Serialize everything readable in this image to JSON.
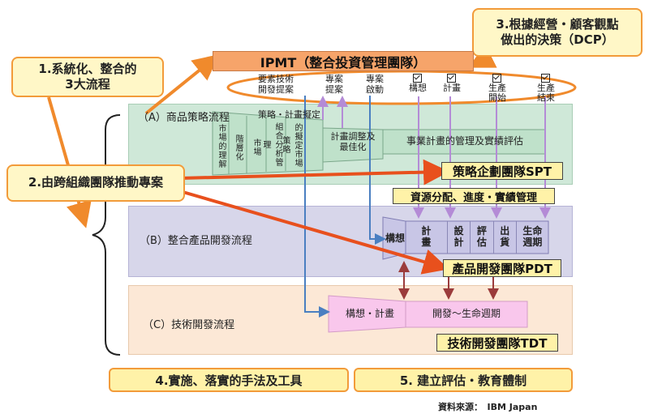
{
  "title": "IPMT（整合投資管理團隊）",
  "callouts": {
    "c1": "1.系統化、整合的\n3大流程",
    "c2": "2.由跨組織團隊推動專案",
    "c3": "3.根據經營・顧客觀點\n做出的決策（DCP）"
  },
  "phases": {
    "p1": "要素技術\n開發提案",
    "p2": "專案\n提案",
    "p3": "專案\n啟動",
    "p4": "構想",
    "p5": "計畫",
    "p6": "生產\n開始",
    "p7": "生產\n結束"
  },
  "region_a": {
    "label": "（A）商品策略流程",
    "sublabel": "策略・計畫擬定",
    "steps": [
      "市場的理解",
      "階層化",
      "市場",
      "組合分析管理",
      "的擬定市場策略"
    ],
    "plan": "計畫調整及\n最佳化",
    "mgmt": "事業計畫的管理及實績評估",
    "team": "策略企劃團隊SPT"
  },
  "resource": "資源分配、進度・實績管理",
  "region_b": {
    "label": "（B）整合產品開發流程",
    "steps": [
      "構想",
      "計\n畫",
      "設\n計",
      "評\n估",
      "出\n貨",
      "生命\n週期"
    ],
    "team": "產品開發團隊PDT"
  },
  "region_c": {
    "label": "（C）技術開發流程",
    "step1": "構想・計畫",
    "step2": "開發～生命週期",
    "team": "技術開發團隊TDT"
  },
  "bottom": {
    "b4": "4.實施、落實的手法及工具",
    "b5": "5. 建立評估・教育體制"
  },
  "source": "資料來源：　IBM Japan",
  "colors": {
    "orange": "#f08a2c",
    "red_arrow": "#e8501d",
    "blue_arrow": "#4a7fc1",
    "purple_arrow": "#b48bd6",
    "maroon_arrow": "#9b3b3b"
  }
}
